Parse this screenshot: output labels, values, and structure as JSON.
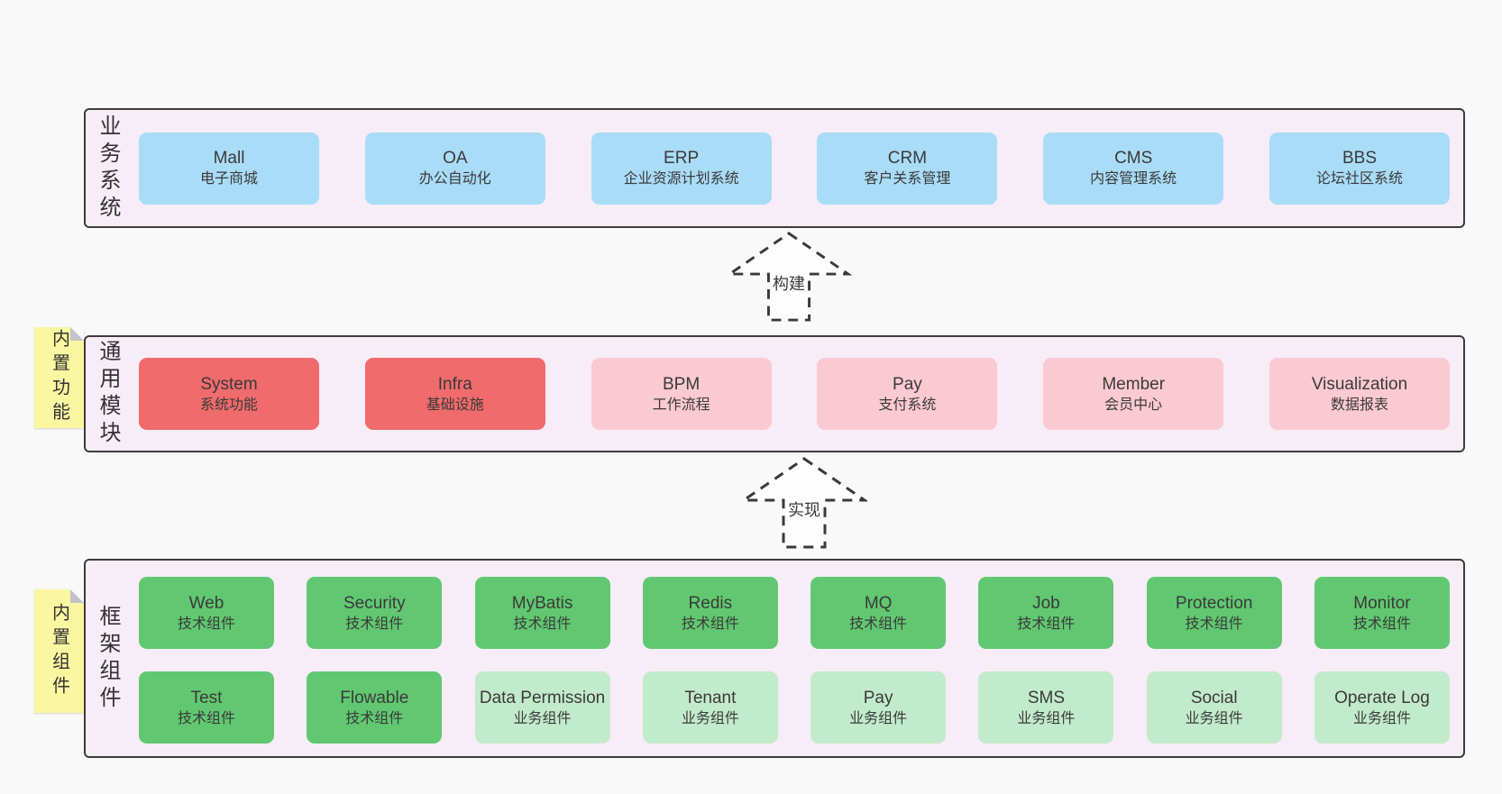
{
  "colors": {
    "page_background": "#f9f9f9",
    "container_fill": "#f7edf6",
    "container_border": "#3c3c3c",
    "blue_box": "#a9dcf7",
    "red_box": "#f06b6b",
    "pink_box": "#fbc9d2",
    "green_dark_box": "#61c871",
    "green_light_box": "#c2ebcb",
    "note_yellow": "#fbf7a1",
    "text": "#3a3a3a"
  },
  "business_layer": {
    "label": "业务系统",
    "boxes": [
      {
        "title": "Mall",
        "subtitle": "电子商城",
        "variant": "blue"
      },
      {
        "title": "OA",
        "subtitle": "办公自动化",
        "variant": "blue"
      },
      {
        "title": "ERP",
        "subtitle": "企业资源计划系统",
        "variant": "blue"
      },
      {
        "title": "CRM",
        "subtitle": "客户关系管理",
        "variant": "blue"
      },
      {
        "title": "CMS",
        "subtitle": "内容管理系统",
        "variant": "blue"
      },
      {
        "title": "BBS",
        "subtitle": "论坛社区系统",
        "variant": "blue"
      }
    ]
  },
  "arrow_build": {
    "label": "构建"
  },
  "module_layer": {
    "label": "通用模块",
    "note": "内置功能",
    "boxes": [
      {
        "title": "System",
        "subtitle": "系统功能",
        "variant": "red"
      },
      {
        "title": "Infra",
        "subtitle": "基础设施",
        "variant": "red"
      },
      {
        "title": "BPM",
        "subtitle": "工作流程",
        "variant": "pink"
      },
      {
        "title": "Pay",
        "subtitle": "支付系统",
        "variant": "pink"
      },
      {
        "title": "Member",
        "subtitle": "会员中心",
        "variant": "pink"
      },
      {
        "title": "Visualization",
        "subtitle": "数据报表",
        "variant": "pink"
      }
    ]
  },
  "arrow_implement": {
    "label": "实现"
  },
  "component_layer": {
    "label": "框架组件",
    "note": "内置组件",
    "row1": [
      {
        "title": "Web",
        "subtitle": "技术组件",
        "variant": "green-dark"
      },
      {
        "title": "Security",
        "subtitle": "技术组件",
        "variant": "green-dark"
      },
      {
        "title": "MyBatis",
        "subtitle": "技术组件",
        "variant": "green-dark"
      },
      {
        "title": "Redis",
        "subtitle": "技术组件",
        "variant": "green-dark"
      },
      {
        "title": "MQ",
        "subtitle": "技术组件",
        "variant": "green-dark"
      },
      {
        "title": "Job",
        "subtitle": "技术组件",
        "variant": "green-dark"
      },
      {
        "title": "Protection",
        "subtitle": "技术组件",
        "variant": "green-dark"
      },
      {
        "title": "Monitor",
        "subtitle": "技术组件",
        "variant": "green-dark"
      }
    ],
    "row2": [
      {
        "title": "Test",
        "subtitle": "技术组件",
        "variant": "green-dark"
      },
      {
        "title": "Flowable",
        "subtitle": "技术组件",
        "variant": "green-dark"
      },
      {
        "title": "Data Permission",
        "subtitle": "业务组件",
        "variant": "green-light"
      },
      {
        "title": "Tenant",
        "subtitle": "业务组件",
        "variant": "green-light"
      },
      {
        "title": "Pay",
        "subtitle": "业务组件",
        "variant": "green-light"
      },
      {
        "title": "SMS",
        "subtitle": "业务组件",
        "variant": "green-light"
      },
      {
        "title": "Social",
        "subtitle": "业务组件",
        "variant": "green-light"
      },
      {
        "title": "Operate Log",
        "subtitle": "业务组件",
        "variant": "green-light"
      }
    ]
  }
}
